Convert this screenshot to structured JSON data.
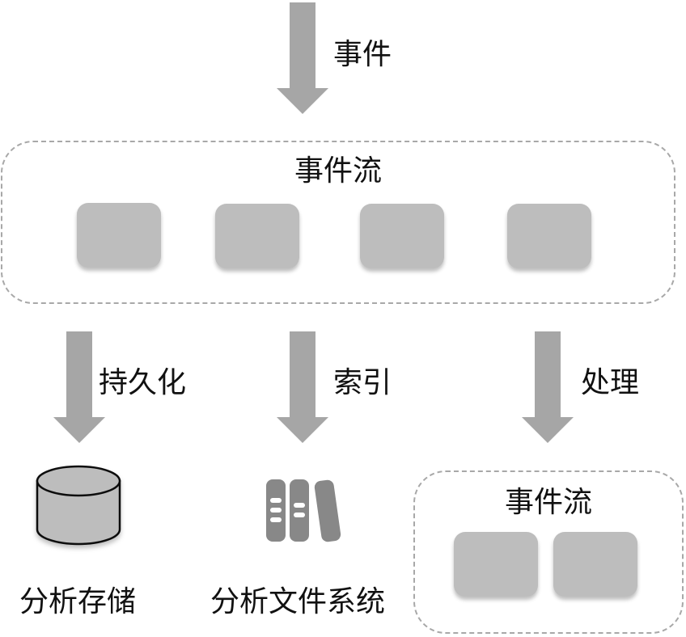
{
  "top_arrow": {
    "label": "事件"
  },
  "main_stream": {
    "title": "事件流",
    "blocks": 4
  },
  "branches": [
    {
      "arrow_label": "持久化",
      "target_label": "分析存储",
      "target_icon": "database-cylinder-icon"
    },
    {
      "arrow_label": "索引",
      "target_label": "分析文件系统",
      "target_icon": "books-icon"
    },
    {
      "arrow_label": "处理",
      "target_label": "事件流",
      "target_icon": "event-stream-group"
    }
  ],
  "sub_stream": {
    "title": "事件流",
    "blocks": 2
  },
  "colors": {
    "arrow": "#a6a6a6",
    "block": "#bdbdbd",
    "dashed_border": "#a8a8a8",
    "icon_gray": "#888888"
  }
}
